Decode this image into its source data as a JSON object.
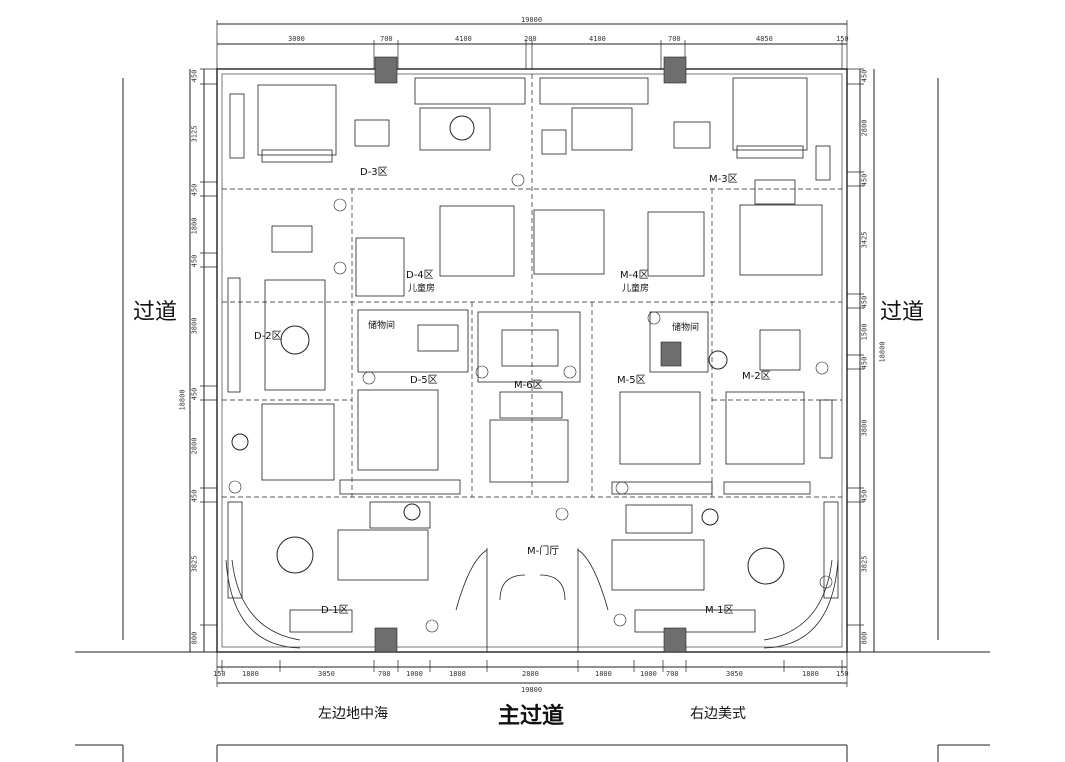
{
  "aisles": {
    "left": "过道",
    "right": "过道",
    "main": "主过道"
  },
  "sides": {
    "left": "左边地中海",
    "right": "右边美式"
  },
  "zones": {
    "d3": "D-3区",
    "d4": "D-4区",
    "d2": "D-2区",
    "d5": "D-5区",
    "d1": "D-1区",
    "m3": "M-3区",
    "m4": "M-4区",
    "m6": "M-6区",
    "m5": "M-5区",
    "m2": "M-2区",
    "m1": "M-1区",
    "lobby": "M-门厅"
  },
  "rooms": {
    "kids_left": "儿童房",
    "kids_right": "儿童房",
    "storage_left": "储物间",
    "storage_right": "储物间"
  },
  "dimensions": {
    "top_total": "19800",
    "bottom_total": "19800",
    "top": [
      "3000",
      "700",
      "4100",
      "200",
      "4100",
      "700",
      "4850",
      "150"
    ],
    "bottom": [
      "150",
      "1800",
      "3050",
      "700",
      "1000",
      "1800",
      "2800",
      "1800",
      "1000",
      "700",
      "3050",
      "1800",
      "150"
    ],
    "left": [
      "450",
      "3125",
      "450",
      "1800",
      "450",
      "3800",
      "450",
      "2800",
      "450",
      "3825",
      "800"
    ],
    "left_total": "18800",
    "right": [
      "450",
      "2800",
      "450",
      "3425",
      "450",
      "1500",
      "450",
      "3800",
      "450",
      "3825",
      "800"
    ],
    "right_total": "18800"
  },
  "colors": {
    "line": "#222222",
    "pillar": "#6e6e6e"
  }
}
